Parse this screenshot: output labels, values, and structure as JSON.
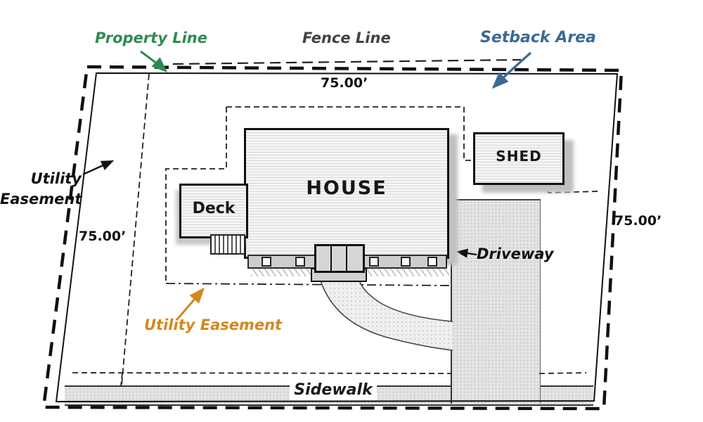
{
  "figure": {
    "kind": "residential property site plan",
    "labels": {
      "property_line": "Property Line",
      "fence_line": "Fence Line",
      "setback_area": "Setback Area",
      "utility_easement_left": {
        "line1": "Utility",
        "line2": "Easement"
      },
      "utility_easement_bottom": "Utility Easement",
      "driveway": "Driveway",
      "sidewalk": "Sidewalk"
    },
    "structures": {
      "house": "HOUSE",
      "deck": "Deck",
      "shed": "SHED"
    },
    "dimensions": {
      "left": "75.00’",
      "top": "75.00’",
      "right": "75.00’"
    },
    "colors": {
      "property_line_label": "#2e8b4f",
      "fence_line_label": "#424242",
      "setback_area_label": "#3a6a96",
      "utility_easement_bottom_label": "#d2891e",
      "ink": "#111111",
      "paving": "#e3e3e3",
      "building_fill": "#f4f4f4"
    }
  }
}
